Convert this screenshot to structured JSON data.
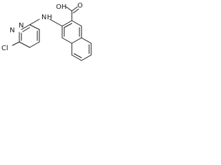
{
  "molecule": {
    "atoms": {
      "oh": "OH",
      "o": "O",
      "nh": "N",
      "h": "H",
      "n1": "N",
      "n2": "N",
      "cl": "Cl"
    }
  }
}
